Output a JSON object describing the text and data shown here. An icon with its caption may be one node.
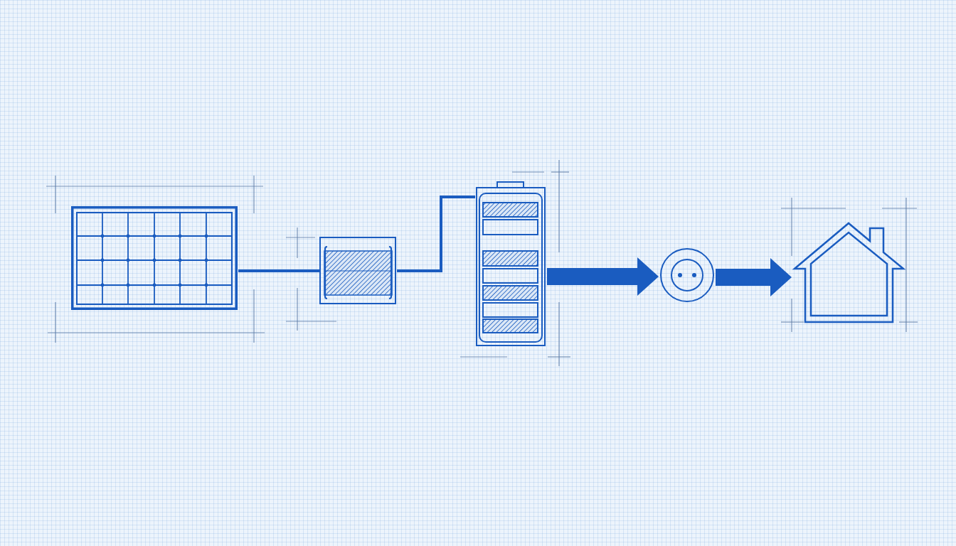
{
  "diagram": {
    "nodes": [
      {
        "text": [],
        "shape": "picture"
      },
      {
        "text": [],
        "shape": "picture"
      },
      {
        "text": [],
        "shape": "picture"
      },
      {
        "text": [],
        "shape": "picture"
      },
      {
        "text": [],
        "shape": "picture"
      }
    ],
    "edges": [
      {
        "from": 0,
        "to": 1,
        "arrow": "none"
      },
      {
        "from": 1,
        "to": 2,
        "arrow": "none"
      },
      {
        "from": 2,
        "to": 3,
        "arrow": "to",
        "style": "thick"
      },
      {
        "from": 3,
        "to": 4,
        "arrow": "to",
        "style": "thick"
      }
    ]
  }
}
